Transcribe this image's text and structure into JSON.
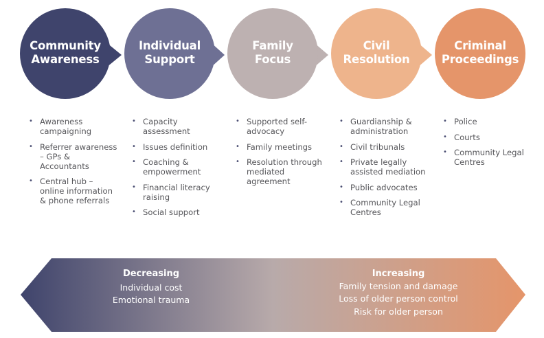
{
  "stages": [
    {
      "title_line1": "Community",
      "title_line2": "Awareness",
      "color": "#3f446c",
      "items": [
        "Awareness campaigning",
        "Referrer awareness – GPs & Accountants",
        "Central hub – online information & phone referrals"
      ]
    },
    {
      "title_line1": "Individual",
      "title_line2": "Support",
      "color": "#6e7094",
      "items": [
        "Capacity assessment",
        "Issues definition",
        "Coaching & empowerment",
        "Financial literacy raising",
        "Social support"
      ]
    },
    {
      "title_line1": "Family",
      "title_line2": "Focus",
      "color": "#bdb1b1",
      "items": [
        "Supported self-advocacy",
        "Family meetings",
        "Resolution through mediated agreement"
      ]
    },
    {
      "title_line1": "Civil",
      "title_line2": "Resolution",
      "color": "#eeb48c",
      "items": [
        "Guardianship & administration",
        "Civil tribunals",
        "Private legally assisted mediation",
        "Public advocates",
        "Community Legal Centres"
      ]
    },
    {
      "title_line1": "Criminal",
      "title_line2": "Proceedings",
      "color": "#e5956a",
      "items": [
        "Police",
        "Courts",
        "Community Legal Centres"
      ]
    }
  ],
  "bullet_glyph": "•",
  "band": {
    "colors": {
      "left": "#3f446c",
      "middle": "#b8aaaa",
      "right": "#e5956a"
    },
    "decreasing": {
      "heading": "Decreasing",
      "lines": [
        "Individual cost",
        "Emotional trauma"
      ]
    },
    "increasing": {
      "heading": "Increasing",
      "lines": [
        "Family tension and damage",
        "Loss of older person control",
        "Risk for older person"
      ]
    }
  }
}
